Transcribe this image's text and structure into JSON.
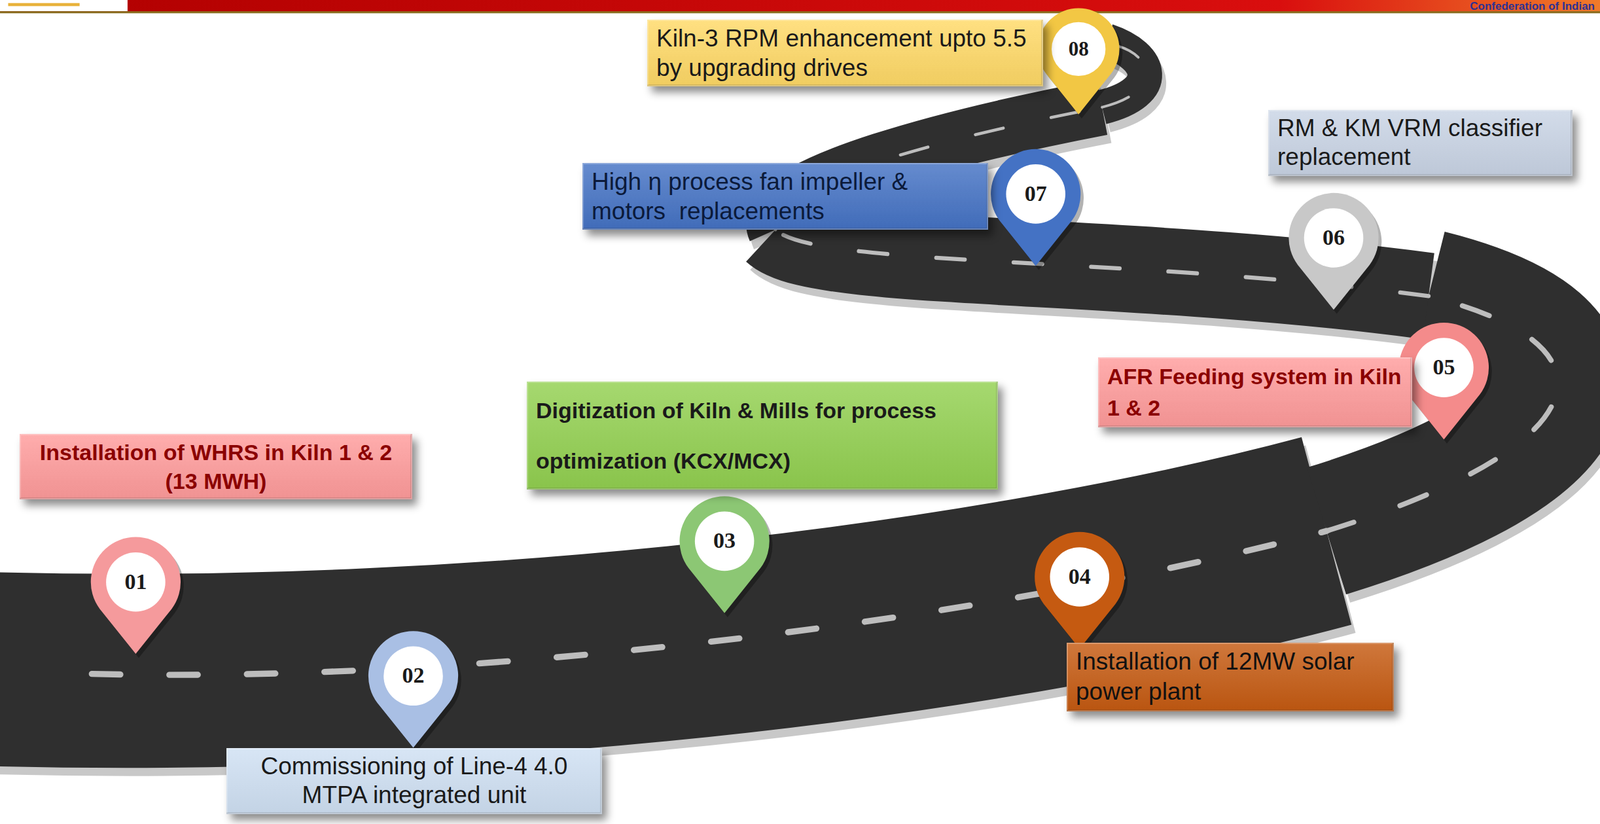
{
  "diagram": {
    "nodes": [
      {
        "text": [
          "Installation of WHRS in Kiln 1 & 2 (13 MWH)"
        ]
      },
      {
        "text": [
          "Commissioning of Line-4 4.0 MTPA integrated unit"
        ]
      },
      {
        "text": [
          "Digitization of Kiln & Mills for process optimization (KCX/MCX)"
        ]
      },
      {
        "text": [
          "Installation of 12MW solar power plant"
        ]
      },
      {
        "text": [
          "AFR Feeding system in Kiln 1 & 2"
        ]
      },
      {
        "text": [
          "RM & KM VRM classifier replacement"
        ]
      },
      {
        "text": [
          "High η process fan impeller & motors  replacements"
        ]
      },
      {
        "text": [
          "Kiln-3 RPM enhancement upto 5.5 by upgrading drives"
        ]
      }
    ],
    "labels": [
      "Confederation of Indian",
      "01",
      "02",
      "03",
      "04",
      "05",
      "06",
      "07",
      "08"
    ]
  }
}
